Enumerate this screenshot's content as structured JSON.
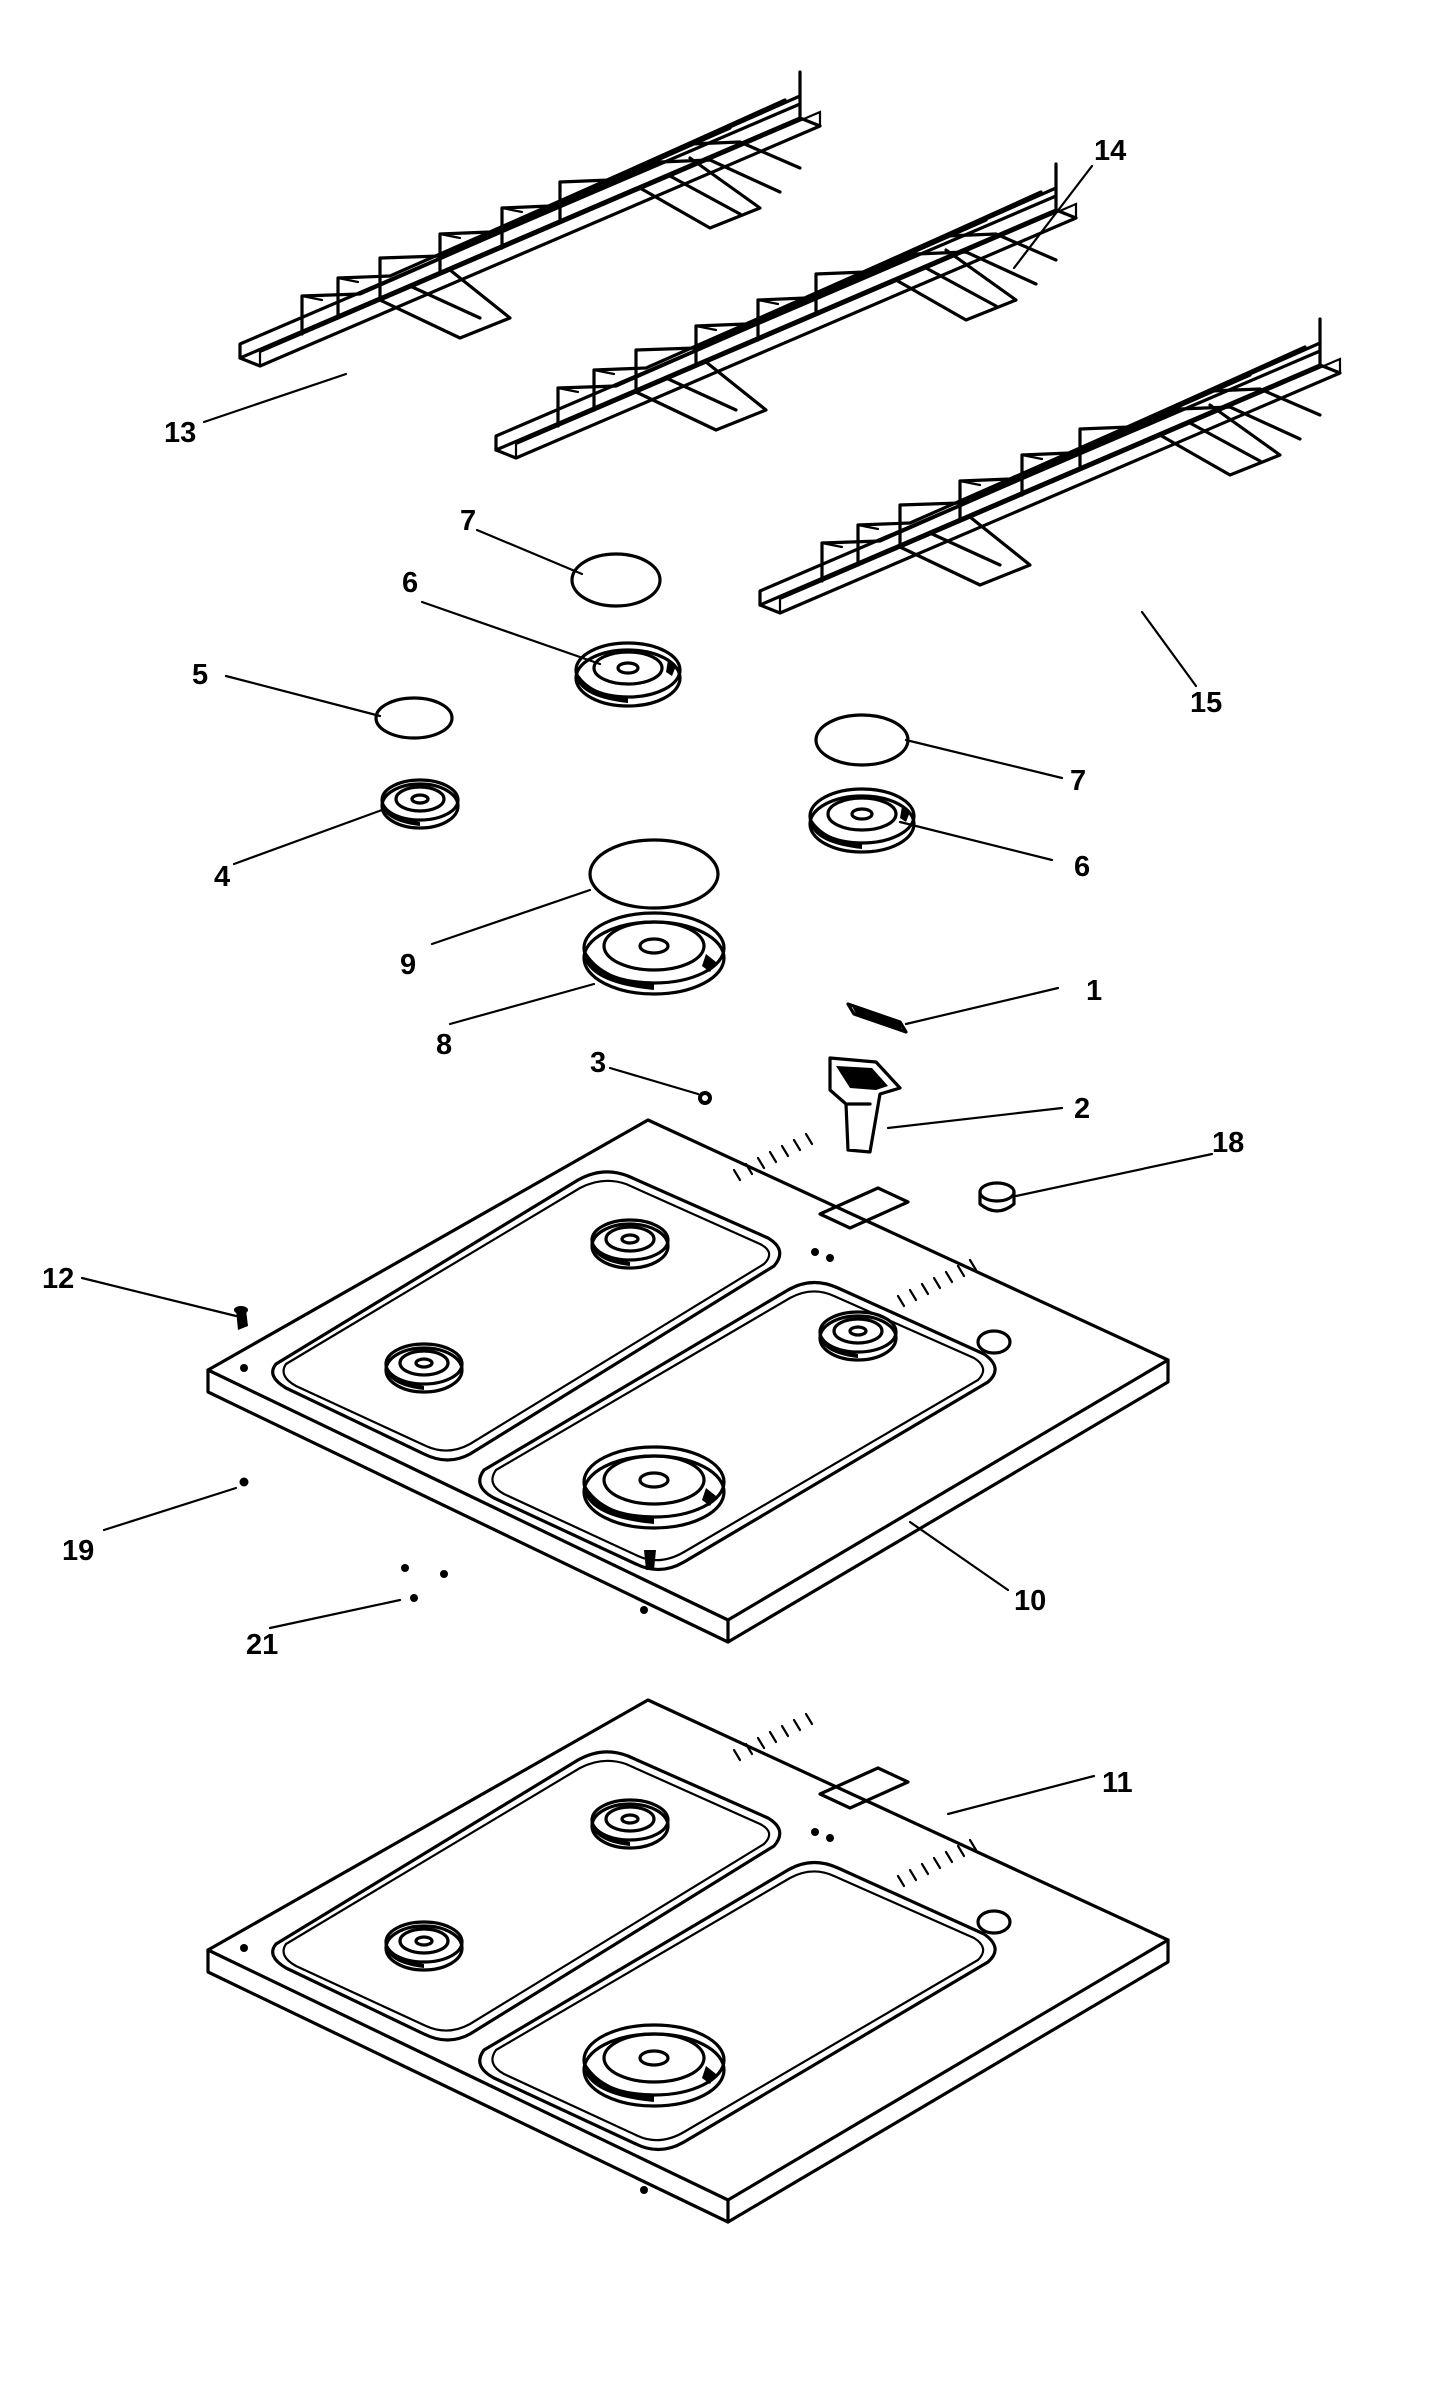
{
  "diagram": {
    "parts": [
      {
        "id": "p1",
        "label": "1"
      },
      {
        "id": "p2",
        "label": "2"
      },
      {
        "id": "p3",
        "label": "3"
      },
      {
        "id": "p4",
        "label": "4"
      },
      {
        "id": "p5",
        "label": "5"
      },
      {
        "id": "p6a",
        "label": "6"
      },
      {
        "id": "p6b",
        "label": "6"
      },
      {
        "id": "p7a",
        "label": "7"
      },
      {
        "id": "p7b",
        "label": "7"
      },
      {
        "id": "p8",
        "label": "8"
      },
      {
        "id": "p9",
        "label": "9"
      },
      {
        "id": "p10",
        "label": "10"
      },
      {
        "id": "p11",
        "label": "11"
      },
      {
        "id": "p12",
        "label": "12"
      },
      {
        "id": "p13",
        "label": "13"
      },
      {
        "id": "p14",
        "label": "14"
      },
      {
        "id": "p15",
        "label": "15"
      },
      {
        "id": "p18",
        "label": "18"
      },
      {
        "id": "p19",
        "label": "19"
      },
      {
        "id": "p21",
        "label": "21"
      }
    ]
  }
}
